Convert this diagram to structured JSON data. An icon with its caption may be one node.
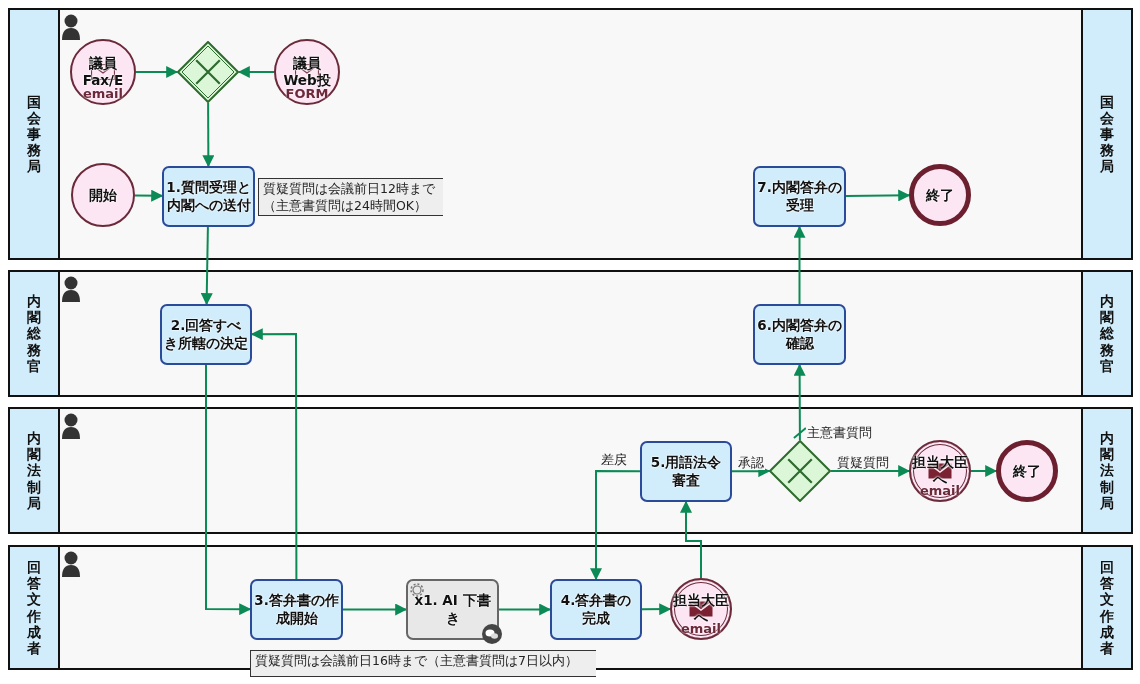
{
  "diagram": {
    "nodes": [
      {
        "text": [
          "国会事務局",
          "国会事務局"
        ]
      },
      {
        "text": [
          "議員Fax/E",
          "email"
        ],
        "in": 0
      },
      {
        "text": [],
        "shape": "diamond",
        "in": 0
      },
      {
        "text": [
          "議員Web投",
          "FORM"
        ],
        "in": 0
      },
      {
        "text": [
          "開始"
        ],
        "in": 0
      },
      {
        "text": [
          "1.質問受理と内閣への送付"
        ],
        "beside": [
          "質疑質問は会議前日12時まで（主意書質問は24時間OK）"
        ],
        "in": 0
      },
      {
        "text": [
          "7.内閣答弁の受理"
        ],
        "in": 0
      },
      {
        "text": [
          "終了"
        ],
        "in": 0
      },
      {
        "text": [
          "内閣総務官",
          "内閣総務官"
        ]
      },
      {
        "text": [
          "2.回答すべき所轄の決定"
        ],
        "in": 8
      },
      {
        "text": [
          "6.内閣答弁の確認"
        ],
        "in": 8
      },
      {
        "text": [
          "内閣法制局",
          "内閣法制局"
        ]
      },
      {
        "text": [
          "5.用語法令審査"
        ],
        "in": 11
      },
      {
        "text": [],
        "shape": "diamond",
        "in": 11
      },
      {
        "text": [
          "担当大臣へ",
          "email"
        ],
        "in": 11
      },
      {
        "text": [
          "終了"
        ],
        "in": 11
      },
      {
        "text": [
          "回答文作成者",
          "回答文作成者"
        ]
      },
      {
        "text": [
          "3.答弁書の作成開始"
        ],
        "beside": [
          "質疑質問は会議前日16時まで（主意書質問は7日以内）"
        ],
        "in": 16
      },
      {
        "text": [
          "x1. AI 下書き"
        ],
        "in": 16
      },
      {
        "text": [
          "4.答弁書の完成"
        ],
        "in": 16
      },
      {
        "text": [
          "担当大臣へ",
          "email"
        ],
        "in": 16
      }
    ],
    "edges": [
      {
        "from": 1,
        "to": 2,
        "arrow": "to"
      },
      {
        "from": 3,
        "to": 2,
        "arrow": "to"
      },
      {
        "from": 2,
        "to": 5,
        "arrow": "to"
      },
      {
        "from": 4,
        "to": 5,
        "arrow": "to"
      },
      {
        "from": 5,
        "to": 9,
        "arrow": "to"
      },
      {
        "from": 9,
        "to": 17,
        "arrow": "to"
      },
      {
        "from": 17,
        "to": 9,
        "arrow": "to"
      },
      {
        "from": 17,
        "to": 18,
        "arrow": "to"
      },
      {
        "from": 18,
        "to": 19,
        "arrow": "to"
      },
      {
        "from": 19,
        "to": 20,
        "arrow": "to"
      },
      {
        "from": 20,
        "to": 12,
        "arrow": "to"
      },
      {
        "from": 12,
        "to": 19,
        "arrow": "to",
        "label": "差戻"
      },
      {
        "from": 12,
        "to": 13,
        "arrow": "to",
        "label": "承認"
      },
      {
        "from": 13,
        "to": 14,
        "arrow": "to",
        "label": "質疑質問"
      },
      {
        "from": 13,
        "to": 10,
        "arrow": "to",
        "label": "主意書質問"
      },
      {
        "from": 14,
        "to": 15,
        "arrow": "to"
      },
      {
        "from": 10,
        "to": 6,
        "arrow": "to"
      },
      {
        "from": 6,
        "to": 7,
        "arrow": "to"
      }
    ]
  }
}
